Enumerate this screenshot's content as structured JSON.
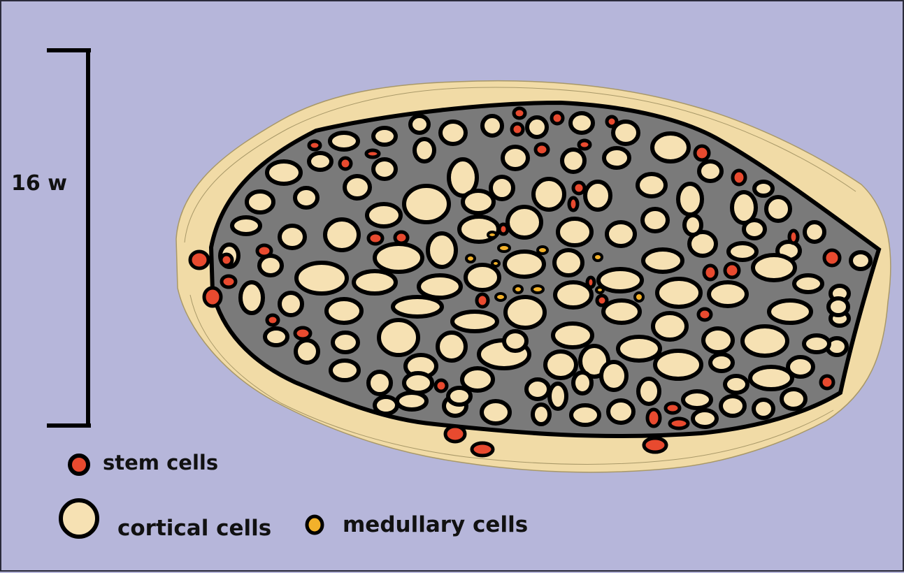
{
  "scale_label": "16 w",
  "legend": {
    "stem": "stem cells",
    "cortical": "cortical cells",
    "medullary": "medullary cells"
  },
  "colors": {
    "background": "#b6b6da",
    "capsule": "#f1dba6",
    "tissue": "#7a7a7a",
    "outline": "#000000",
    "cortical": "#f6e1b3",
    "stem": "#e84a2f",
    "medullary": "#f2b12b"
  }
}
